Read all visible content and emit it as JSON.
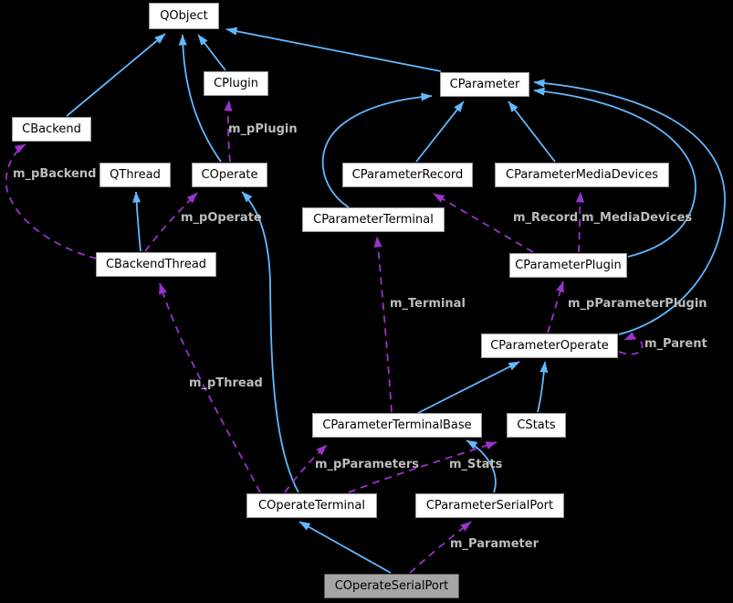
{
  "diagram": {
    "kind": "class collaboration graph",
    "focus_node": "COperateSerialPort"
  },
  "colors": {
    "background": "#000000",
    "node_fill": "#ffffff",
    "node_border": "#9a9a9a",
    "node_text": "#000000",
    "focus_node_fill": "#a6a6a6",
    "focus_node_border": "#5e5e5e",
    "inheritance_edge": "#63b8ff",
    "member_edge": "#9a32cd",
    "edge_label_text": "#bdbdbd"
  },
  "nodes": {
    "qobject": {
      "label": "QObject"
    },
    "cplugin": {
      "label": "CPlugin"
    },
    "cparameter": {
      "label": "CParameter"
    },
    "cbackend": {
      "label": "CBackend"
    },
    "qthread": {
      "label": "QThread"
    },
    "coperate": {
      "label": "COperate"
    },
    "cparameterrecord": {
      "label": "CParameterRecord"
    },
    "cparametermediadevices": {
      "label": "CParameterMediaDevices"
    },
    "cparameterterminal": {
      "label": "CParameterTerminal"
    },
    "cbackendthread": {
      "label": "CBackendThread"
    },
    "cparameterplugin": {
      "label": "CParameterPlugin"
    },
    "cparameteroperate": {
      "label": "CParameterOperate"
    },
    "cparameterterminalbase": {
      "label": "CParameterTerminalBase"
    },
    "cstats": {
      "label": "CStats"
    },
    "coperateterminal": {
      "label": "COperateTerminal"
    },
    "cparameterserialport": {
      "label": "CParameterSerialPort"
    },
    "coperateserialport": {
      "label": "COperateSerialPort"
    }
  },
  "edge_labels": {
    "m_pBackend": "m_pBackend",
    "m_pPlugin": "m_pPlugin",
    "m_pOperate": "m_pOperate",
    "m_Record": "m_Record",
    "m_MediaDevices": "m_MediaDevices",
    "m_Terminal": "m_Terminal",
    "m_pParameterPlugin": "m_pParameterPlugin",
    "m_Parent": "m_Parent",
    "m_pThread": "m_pThread",
    "m_pParameters": "m_pParameters",
    "m_Stats": "m_Stats",
    "m_Parameter": "m_Parameter"
  },
  "edges": [
    {
      "from": "CBackend",
      "to": "QObject",
      "type": "inheritance"
    },
    {
      "from": "COperate",
      "to": "QObject",
      "type": "inheritance"
    },
    {
      "from": "CPlugin",
      "to": "QObject",
      "type": "inheritance"
    },
    {
      "from": "CParameter",
      "to": "QObject",
      "type": "inheritance"
    },
    {
      "from": "CBackendThread",
      "to": "QThread",
      "type": "inheritance"
    },
    {
      "from": "COperateTerminal",
      "to": "COperate",
      "type": "inheritance"
    },
    {
      "from": "CParameterTerminal",
      "to": "CParameter",
      "type": "inheritance"
    },
    {
      "from": "CParameterRecord",
      "to": "CParameter",
      "type": "inheritance"
    },
    {
      "from": "CParameterMediaDevices",
      "to": "CParameter",
      "type": "inheritance"
    },
    {
      "from": "CParameterPlugin",
      "to": "CParameter",
      "type": "inheritance"
    },
    {
      "from": "CParameterOperate",
      "to": "CParameter",
      "type": "inheritance"
    },
    {
      "from": "CParameterTerminalBase",
      "to": "CParameterOperate",
      "type": "inheritance"
    },
    {
      "from": "CStats",
      "to": "CParameterOperate",
      "type": "inheritance"
    },
    {
      "from": "CParameterSerialPort",
      "to": "CParameterTerminalBase",
      "type": "inheritance"
    },
    {
      "from": "COperateSerialPort",
      "to": "COperateTerminal",
      "type": "inheritance"
    },
    {
      "from": "CBackendThread",
      "to": "CBackend",
      "type": "member",
      "label": "m_pBackend"
    },
    {
      "from": "CBackendThread",
      "to": "COperate",
      "type": "member",
      "label": "m_pOperate"
    },
    {
      "from": "COperate",
      "to": "CPlugin",
      "type": "member",
      "label": "m_pPlugin"
    },
    {
      "from": "CParameterPlugin",
      "to": "CParameterRecord",
      "type": "member",
      "label": "m_Record"
    },
    {
      "from": "CParameterPlugin",
      "to": "CParameterMediaDevices",
      "type": "member",
      "label": "m_MediaDevices"
    },
    {
      "from": "CParameterTerminalBase",
      "to": "CParameterTerminal",
      "type": "member",
      "label": "m_Terminal"
    },
    {
      "from": "CParameterOperate",
      "to": "CParameterPlugin",
      "type": "member",
      "label": "m_pParameterPlugin"
    },
    {
      "from": "CParameterOperate",
      "to": "CParameterOperate",
      "type": "member",
      "label": "m_Parent"
    },
    {
      "from": "COperateTerminal",
      "to": "CBackendThread",
      "type": "member",
      "label": "m_pThread"
    },
    {
      "from": "COperateTerminal",
      "to": "CParameterTerminalBase",
      "type": "member",
      "label": "m_pParameters"
    },
    {
      "from": "COperateTerminal",
      "to": "CStats",
      "type": "member",
      "label": "m_Stats"
    },
    {
      "from": "COperateSerialPort",
      "to": "CParameterSerialPort",
      "type": "member",
      "label": "m_Parameter"
    }
  ]
}
